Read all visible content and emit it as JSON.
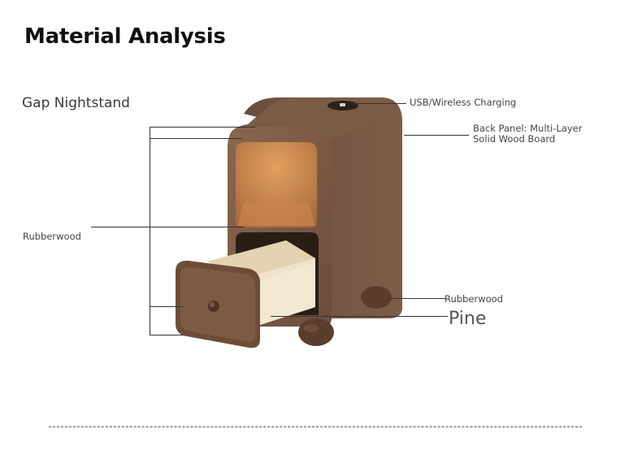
{
  "header": {
    "title": "Material Analysis",
    "subtitle": "Gap Nightstand"
  },
  "callouts": {
    "usb": "USB/Wireless Charging",
    "back_panel_line1": "Back Panel: Multi-Layer",
    "back_panel_line2": "Solid Wood Board",
    "rubberwood_left": "Rubberwood",
    "rubberwood_feet": "Rubberwood",
    "pine": "Pine"
  },
  "colors": {
    "wood_dark": "#6e5240",
    "wood_mid": "#85664f",
    "wood_light": "#c98a4e",
    "drawer_inner": "#efe2c8",
    "line": "#333333"
  }
}
